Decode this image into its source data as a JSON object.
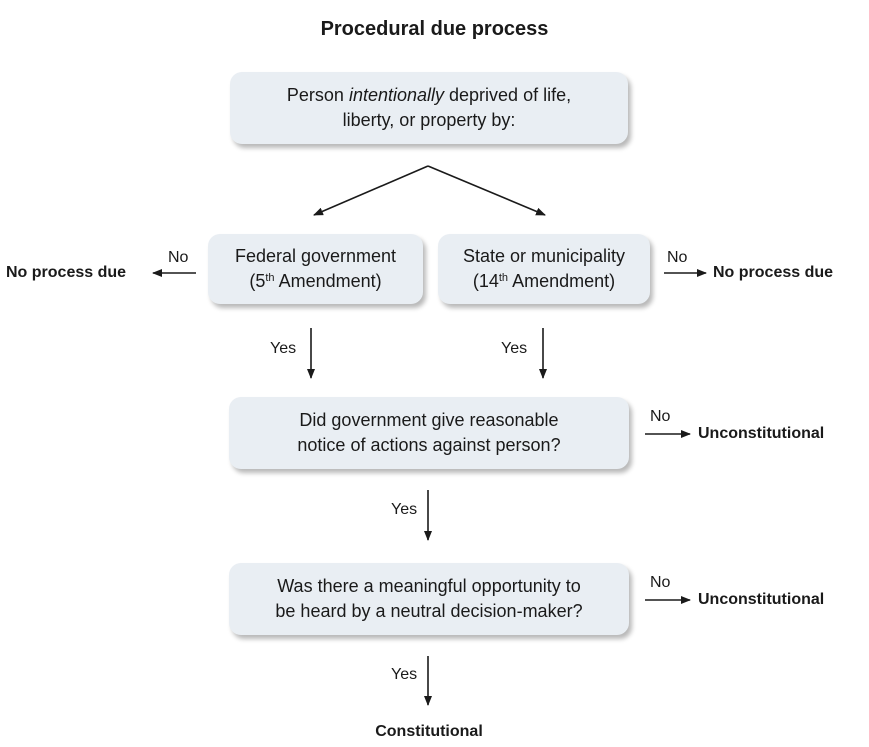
{
  "title": "Procedural due process",
  "top_box": {
    "line1_pre": "Person ",
    "line1_em": "intentionally",
    "line1_post": " deprived of life,",
    "line2": "liberty, or property by:"
  },
  "federal_box": {
    "line1": "Federal government",
    "line2_pre": "(5",
    "line2_sup": "th",
    "line2_post": " Amendment)"
  },
  "state_box": {
    "line1": "State or municipality",
    "line2_pre": "(14",
    "line2_sup": "th",
    "line2_post": " Amendment)"
  },
  "notice_box": {
    "line1": "Did government give reasonable",
    "line2": "notice of actions against person?"
  },
  "heard_box": {
    "line1": "Was there a meaningful opportunity to",
    "line2": "be heard by a neutral decision-maker?"
  },
  "edge_labels": {
    "federal_no": "No",
    "state_no": "No",
    "federal_yes": "Yes",
    "state_yes": "Yes",
    "notice_no": "No",
    "notice_yes": "Yes",
    "heard_no": "No",
    "heard_yes": "Yes"
  },
  "outcomes": {
    "federal_no": "No process due",
    "state_no": "No process due",
    "notice_no": "Unconstitutional",
    "heard_no": "Unconstitutional",
    "final": "Constitutional"
  }
}
